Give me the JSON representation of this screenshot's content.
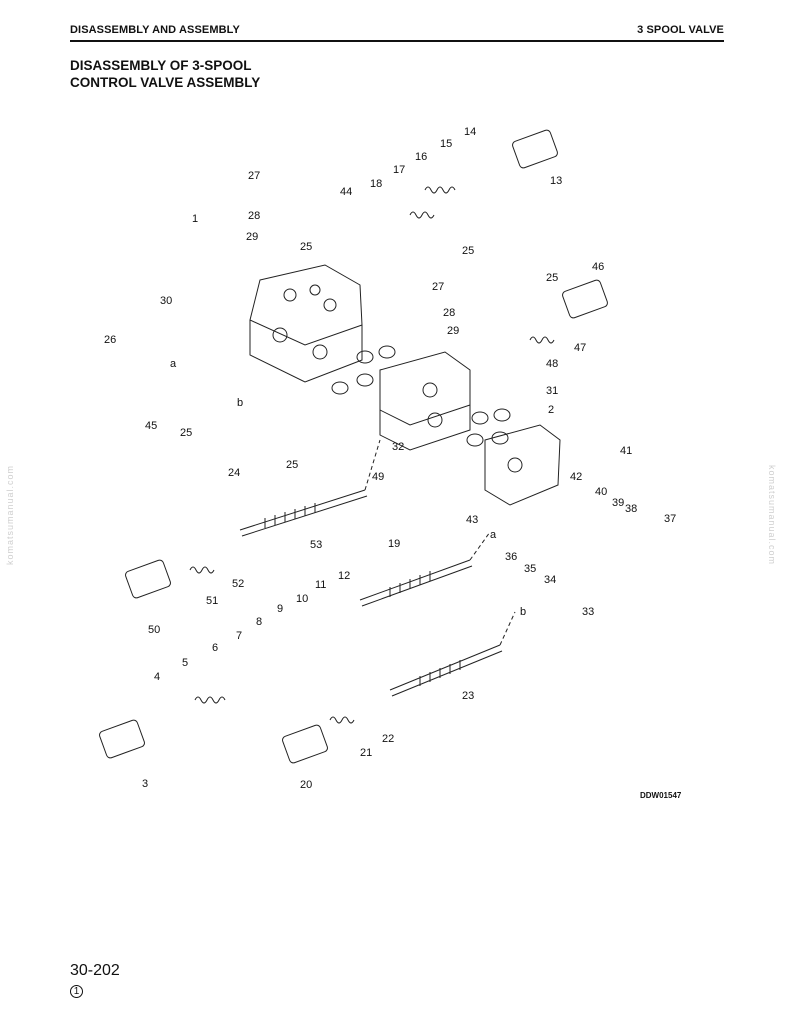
{
  "header": {
    "left": "DISASSEMBLY AND ASSEMBLY",
    "right": "3 SPOOL VALVE"
  },
  "title": {
    "line1": "DISASSEMBLY OF 3-SPOOL",
    "line2": "CONTROL VALVE ASSEMBLY"
  },
  "diagram": {
    "drawing_code": "DDW01547",
    "callouts": [
      "1",
      "2",
      "3",
      "4",
      "5",
      "6",
      "7",
      "8",
      "9",
      "10",
      "11",
      "12",
      "13",
      "14",
      "15",
      "16",
      "17",
      "18",
      "19",
      "20",
      "21",
      "22",
      "23",
      "24",
      "25",
      "25",
      "25",
      "25",
      "25",
      "26",
      "27",
      "27",
      "28",
      "28",
      "29",
      "29",
      "30",
      "31",
      "32",
      "33",
      "34",
      "35",
      "36",
      "37",
      "38",
      "39",
      "40",
      "41",
      "42",
      "43",
      "44",
      "45",
      "46",
      "47",
      "48",
      "49",
      "50",
      "51",
      "52",
      "53",
      "a",
      "a",
      "b",
      "b"
    ]
  },
  "watermark": "komatsumanual.com",
  "footer": {
    "page_number": "30-202",
    "revision": "1"
  }
}
